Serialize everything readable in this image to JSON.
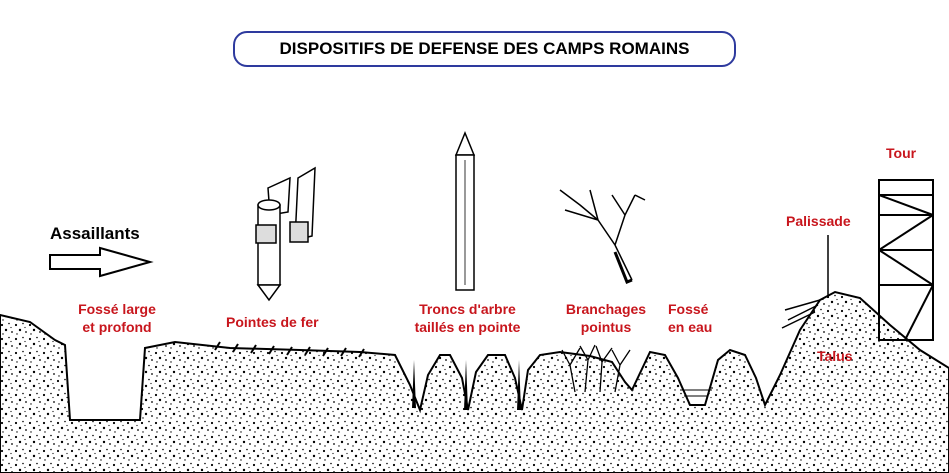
{
  "title": "DISPOSITIFS DE DEFENSE DES CAMPS ROMAINS",
  "labels": {
    "assailants": "Assaillants",
    "fosse_large_1": "Fossé large",
    "fosse_large_2": "et profond",
    "pointes_fer": "Pointes de fer",
    "troncs_1": "Troncs d'arbre",
    "troncs_2": "taillés en pointe",
    "branchages_1": "Branchages",
    "branchages_2": "pointus",
    "fosse_eau_1": "Fossé",
    "fosse_eau_2": "en eau",
    "palissade": "Palissade",
    "talus": "Talus",
    "tour": "Tour"
  },
  "colors": {
    "title_border": "#2e3a9e",
    "label_red": "#c8161d",
    "ink": "#000000"
  }
}
